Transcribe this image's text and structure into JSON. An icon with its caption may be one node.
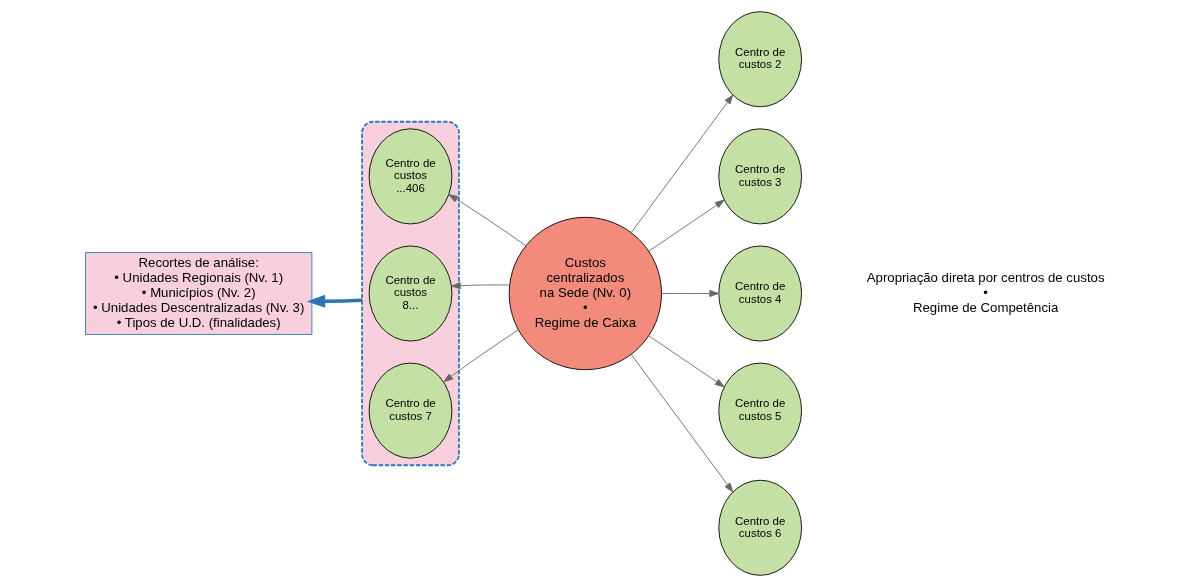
{
  "diagram": {
    "nodes": [
      {
        "text": [
          "Recortes de análise:",
          "• Unidades Regionais (Nv. 1)",
          "• Municípios (Nv. 2)",
          "• Unidades Descentralizadas (Nv. 3)",
          "• Tipos de U.D. (finalidades)"
        ]
      },
      {
        "text": [],
        "shape": "band"
      },
      {
        "text": [
          "Centro de custos ...406"
        ],
        "in": 1
      },
      {
        "text": [
          "Centro de custos 8..."
        ],
        "in": 1
      },
      {
        "text": [
          "Centro de custos 7"
        ],
        "in": 1
      },
      {
        "text": [
          "Custos centralizados na Sede (Nv. 0)",
          "•",
          "Regime de Caixa"
        ]
      },
      {
        "text": [
          "Centro de custos 2"
        ]
      },
      {
        "text": [
          "Centro de custos 3"
        ]
      },
      {
        "text": [
          "Centro de custos 4"
        ]
      },
      {
        "text": [
          "Centro de custos 5"
        ]
      },
      {
        "text": [
          "Centro de custos 6"
        ]
      }
    ],
    "edges": [
      {
        "from": 5,
        "to": 6,
        "arrow": "to"
      },
      {
        "from": 5,
        "to": 7,
        "arrow": "to"
      },
      {
        "from": 5,
        "to": 8,
        "arrow": "to"
      },
      {
        "from": 5,
        "to": 9,
        "arrow": "to"
      },
      {
        "from": 5,
        "to": 10,
        "arrow": "to"
      },
      {
        "from": 5,
        "to": 4,
        "arrow": "to"
      },
      {
        "from": 5,
        "to": 3,
        "arrow": "to"
      },
      {
        "from": 5,
        "to": 2,
        "arrow": "to"
      },
      {
        "from": 1,
        "to": 0,
        "arrow": "to",
        "style": "thick",
        "color": "#2e75b6"
      }
    ],
    "labels": [
      "Apropriação direta por centros de custos",
      "•",
      "Regime de Competência"
    ]
  }
}
